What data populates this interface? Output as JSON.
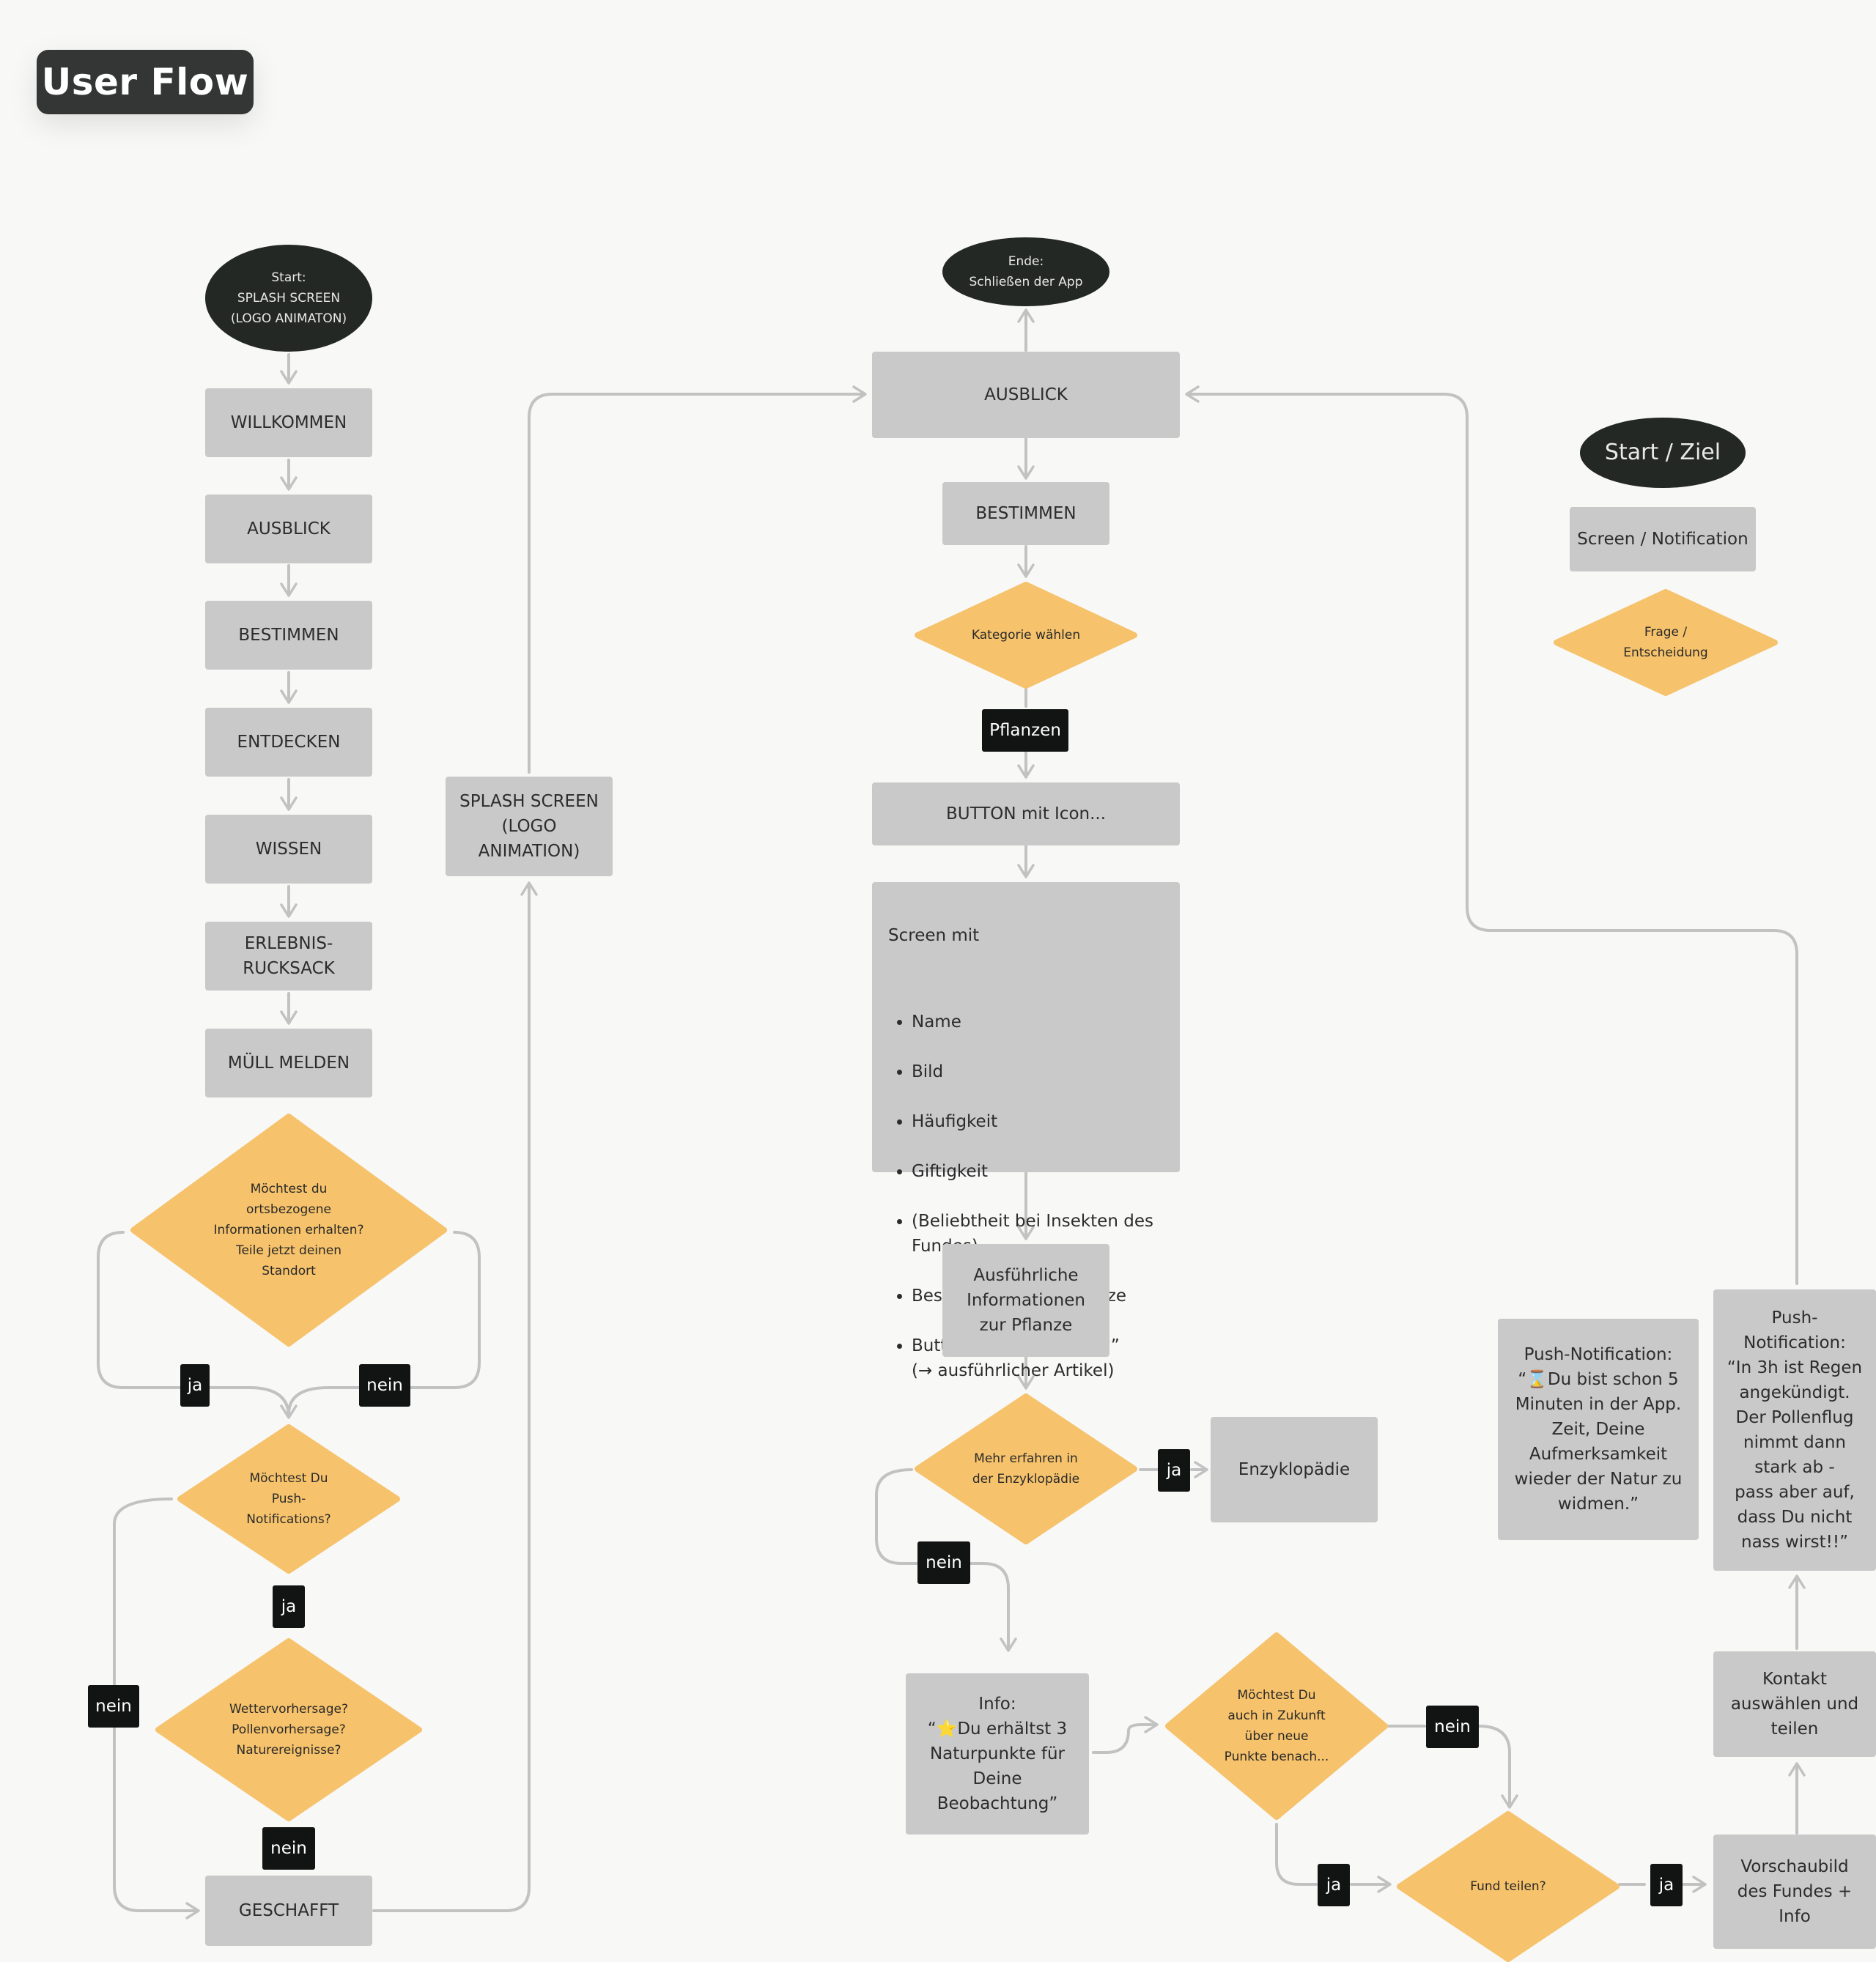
{
  "title": "User Flow",
  "colors": {
    "box": "#c9c9c9",
    "decision": "#f6c26b",
    "terminal": "#232825",
    "label": "#121413",
    "connector": "#c2c2c2"
  },
  "nodes": {
    "start": "Start:\nSPLASH SCREEN\n(LOGO ANIMATON)",
    "willkommen": "WILLKOMMEN",
    "ausblick_left": "AUSBLICK",
    "bestimmen_left": "BESTIMMEN",
    "entdecken": "ENTDECKEN",
    "wissen": "WISSEN",
    "erlebnis": "ERLEBNIS-\nRUCKSACK",
    "muell": "MÜLL MELDEN",
    "standort": "Möchtest du\nortsbezogene\nInformationen erhalten?\nTeile jetzt deinen\nStandort",
    "push": "Möchtest Du\nPush-\nNotifications?",
    "wetter": "Wettervorhersage?\nPollenvorhersage?\nNaturereignisse?",
    "geschafft": "GESCHAFFT",
    "splash_mid": "SPLASH SCREEN\n(LOGO\nANIMATION)",
    "ende": "Ende:\nSchließen der App",
    "ausblick_main": "AUSBLICK",
    "bestimmen_main": "BESTIMMEN",
    "kategorie": "Kategorie wählen",
    "button_icon": "BUTTON mit Icon...",
    "screen_title": "Screen mit",
    "screen_items": [
      "Name",
      "Bild",
      "Häufigkeit",
      "Giftigkeit",
      "(Beliebtheit bei Insekten des Fundes)",
      "Beschreibung der Pflanze",
      "Button “Mehr erfahren?”\n(→ ausführlicher Artikel)"
    ],
    "ausfuehrlich": "Ausführliche\nInformationen\nzur Pflanze",
    "mehr": "Mehr erfahren in\nder Enzyklopädie",
    "enzyklopaedie": "Enzyklopädie",
    "info": "Info:\n“⭐Du erhältst 3\nNaturpunkte für\nDeine\nBeobachtung”",
    "zukunft": "Möchtest Du\nauch in Zukunft\nüber neue\nPunkte benach...",
    "fund": "Fund teilen?",
    "vorschau": "Vorschaubild\ndes Fundes +\nInfo",
    "kontakt": "Kontakt\nauswählen und\nteilen",
    "push_regen": "Push-\nNotification:\n“In 3h ist Regen\nangekündigt.\nDer Pollenflug\nnimmt dann\nstark ab -\npass aber auf,\ndass Du nicht\nnass wirst!!”",
    "push_zeit": "Push-Notification:\n“⌛Du bist schon 5\nMinuten in der App.\nZeit, Deine\nAufmerksamkeit\nwieder der Natur zu\nwidmen.”"
  },
  "labels": {
    "pflanzen": "Pflanzen",
    "ja": "ja",
    "nein": "nein"
  },
  "legend": {
    "terminal": "Start / Ziel",
    "screen": "Screen / Notification",
    "decision": "Frage /\nEntscheidung"
  }
}
